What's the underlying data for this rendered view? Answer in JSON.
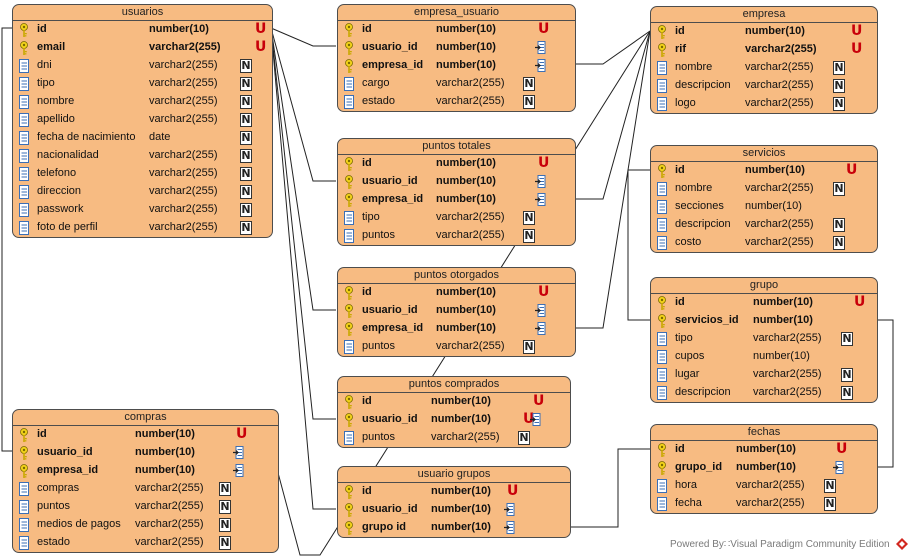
{
  "tables": [
    {
      "id": "usuarios",
      "title": "usuarios",
      "columns": [
        {
          "name": "id",
          "type": "number(10)",
          "kind": "pk",
          "badge": "U"
        },
        {
          "name": "email",
          "type": "varchar2(255)",
          "kind": "pk",
          "badge": "U"
        },
        {
          "name": "dni",
          "type": "varchar2(255)",
          "kind": "col",
          "badge": "N"
        },
        {
          "name": "tipo",
          "type": "varchar2(255)",
          "kind": "col",
          "badge": "N"
        },
        {
          "name": "nombre",
          "type": "varchar2(255)",
          "kind": "col",
          "badge": "N"
        },
        {
          "name": "apellido",
          "type": "varchar2(255)",
          "kind": "col",
          "badge": "N"
        },
        {
          "name": "fecha de nacimiento",
          "type": "date",
          "kind": "col",
          "badge": "N"
        },
        {
          "name": "nacionalidad",
          "type": "varchar2(255)",
          "kind": "col",
          "badge": "N"
        },
        {
          "name": "telefono",
          "type": "varchar2(255)",
          "kind": "col",
          "badge": "N"
        },
        {
          "name": "direccion",
          "type": "varchar2(255)",
          "kind": "col",
          "badge": "N"
        },
        {
          "name": "passwork",
          "type": "varchar2(255)",
          "kind": "col",
          "badge": "N"
        },
        {
          "name": "foto de perfil",
          "type": "varchar2(255)",
          "kind": "col",
          "badge": "N"
        }
      ]
    },
    {
      "id": "compras",
      "title": "compras",
      "columns": [
        {
          "name": "id",
          "type": "number(10)",
          "kind": "pk",
          "badge": "U"
        },
        {
          "name": "usuario_id",
          "type": "number(10)",
          "kind": "pk",
          "badge": "FK"
        },
        {
          "name": "empresa_id",
          "type": "number(10)",
          "kind": "pk",
          "badge": "FK"
        },
        {
          "name": "compras",
          "type": "varchar2(255)",
          "kind": "col",
          "badge": "N"
        },
        {
          "name": "puntos",
          "type": "varchar2(255)",
          "kind": "col",
          "badge": "N"
        },
        {
          "name": "medios de pagos",
          "type": "varchar2(255)",
          "kind": "col",
          "badge": "N"
        },
        {
          "name": "estado",
          "type": "varchar2(255)",
          "kind": "col",
          "badge": "N"
        }
      ]
    },
    {
      "id": "empresa_usuario",
      "title": "empresa_usuario",
      "columns": [
        {
          "name": "id",
          "type": "number(10)",
          "kind": "pk",
          "badge": "U"
        },
        {
          "name": "usuario_id",
          "type": "number(10)",
          "kind": "pk",
          "badge": "FK"
        },
        {
          "name": "empresa_id",
          "type": "number(10)",
          "kind": "pk",
          "badge": "FK"
        },
        {
          "name": "cargo",
          "type": "varchar2(255)",
          "kind": "col",
          "badge": "N"
        },
        {
          "name": "estado",
          "type": "varchar2(255)",
          "kind": "col",
          "badge": "N"
        }
      ]
    },
    {
      "id": "puntos_totales",
      "title": "puntos totales",
      "columns": [
        {
          "name": "id",
          "type": "number(10)",
          "kind": "pk",
          "badge": "U"
        },
        {
          "name": "usuario_id",
          "type": "number(10)",
          "kind": "pk",
          "badge": "FK"
        },
        {
          "name": "empresa_id",
          "type": "number(10)",
          "kind": "pk",
          "badge": "FK"
        },
        {
          "name": "tipo",
          "type": "varchar2(255)",
          "kind": "col",
          "badge": "N"
        },
        {
          "name": "puntos",
          "type": "varchar2(255)",
          "kind": "col",
          "badge": "N"
        }
      ]
    },
    {
      "id": "puntos_otorgados",
      "title": "puntos otorgados",
      "columns": [
        {
          "name": "id",
          "type": "number(10)",
          "kind": "pk",
          "badge": "U"
        },
        {
          "name": "usuario_id",
          "type": "number(10)",
          "kind": "pk",
          "badge": "FK"
        },
        {
          "name": "empresa_id",
          "type": "number(10)",
          "kind": "pk",
          "badge": "FK"
        },
        {
          "name": "puntos",
          "type": "varchar2(255)",
          "kind": "col",
          "badge": "N"
        }
      ]
    },
    {
      "id": "puntos_comprados",
      "title": "puntos comprados",
      "columns": [
        {
          "name": "id",
          "type": "number(10)",
          "kind": "pk",
          "badge": "U"
        },
        {
          "name": "usuario_id",
          "type": "number(10)",
          "kind": "pk",
          "badge": "UFK"
        },
        {
          "name": "puntos",
          "type": "varchar2(255)",
          "kind": "col",
          "badge": "N"
        }
      ]
    },
    {
      "id": "usuario_grupos",
      "title": "usuario grupos",
      "columns": [
        {
          "name": "id",
          "type": "number(10)",
          "kind": "pk",
          "badge": "U"
        },
        {
          "name": "usuario_id",
          "type": "number(10)",
          "kind": "pk",
          "badge": "FK"
        },
        {
          "name": "grupo id",
          "type": "number(10)",
          "kind": "pk",
          "badge": "FK"
        }
      ]
    },
    {
      "id": "empresa",
      "title": "empresa",
      "columns": [
        {
          "name": "id",
          "type": "number(10)",
          "kind": "pk",
          "badge": "U"
        },
        {
          "name": "rif",
          "type": "varchar2(255)",
          "kind": "pk",
          "badge": "U"
        },
        {
          "name": "nombre",
          "type": "varchar2(255)",
          "kind": "col",
          "badge": "N"
        },
        {
          "name": "descripcion",
          "type": "varchar2(255)",
          "kind": "col",
          "badge": "N"
        },
        {
          "name": "logo",
          "type": "varchar2(255)",
          "kind": "col",
          "badge": "N"
        }
      ]
    },
    {
      "id": "servicios",
      "title": "servicios",
      "columns": [
        {
          "name": "id",
          "type": "number(10)",
          "kind": "pk",
          "badge": "U"
        },
        {
          "name": "nombre",
          "type": "varchar2(255)",
          "kind": "col",
          "badge": "N"
        },
        {
          "name": "secciones",
          "type": "number(10)",
          "kind": "col",
          "badge": ""
        },
        {
          "name": "descripcion",
          "type": "varchar2(255)",
          "kind": "col",
          "badge": "N"
        },
        {
          "name": "costo",
          "type": "varchar2(255)",
          "kind": "col",
          "badge": "N"
        }
      ]
    },
    {
      "id": "grupo",
      "title": "grupo",
      "columns": [
        {
          "name": "id",
          "type": "number(10)",
          "kind": "pk",
          "badge": "U"
        },
        {
          "name": "servicios_id",
          "type": "number(10)",
          "kind": "pk",
          "badge": ""
        },
        {
          "name": "tipo",
          "type": "varchar2(255)",
          "kind": "col",
          "badge": "N"
        },
        {
          "name": "cupos",
          "type": "number(10)",
          "kind": "col",
          "badge": ""
        },
        {
          "name": "lugar",
          "type": "varchar2(255)",
          "kind": "col",
          "badge": "N"
        },
        {
          "name": "descripcion",
          "type": "varchar2(255)",
          "kind": "col",
          "badge": "N"
        }
      ]
    },
    {
      "id": "fechas",
      "title": "fechas",
      "columns": [
        {
          "name": "id",
          "type": "number(10)",
          "kind": "pk",
          "badge": "U"
        },
        {
          "name": "grupo_id",
          "type": "number(10)",
          "kind": "pk",
          "badge": "FK"
        },
        {
          "name": "hora",
          "type": "varchar2(255)",
          "kind": "col",
          "badge": "N"
        },
        {
          "name": "fecha",
          "type": "varchar2(255)",
          "kind": "col",
          "badge": "N"
        }
      ]
    }
  ],
  "watermark": "Powered By∷Visual Paradigm Community Edition",
  "colors": {
    "table_fill": "#f7bb82",
    "border": "#4d4d4d",
    "unique_badge": "#c8000a",
    "key_icon": "#e6c200",
    "column_icon": "#3b6fb6"
  }
}
